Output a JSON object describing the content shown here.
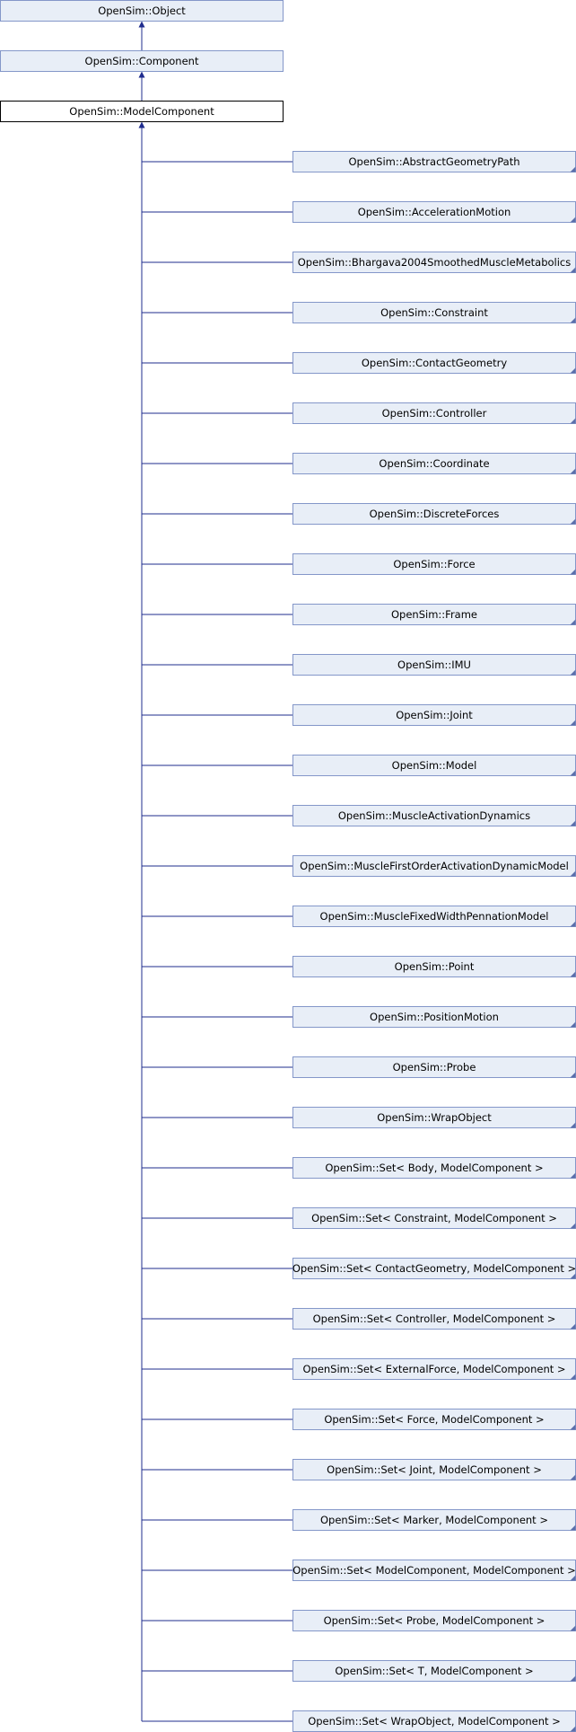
{
  "diagram": {
    "ancestors": [
      "OpenSim::Object",
      "OpenSim::Component"
    ],
    "current": "OpenSim::ModelComponent",
    "children": [
      "OpenSim::AbstractGeometryPath",
      "OpenSim::AccelerationMotion",
      "OpenSim::Bhargava2004SmoothedMuscleMetabolics",
      "OpenSim::Constraint",
      "OpenSim::ContactGeometry",
      "OpenSim::Controller",
      "OpenSim::Coordinate",
      "OpenSim::DiscreteForces",
      "OpenSim::Force",
      "OpenSim::Frame",
      "OpenSim::IMU",
      "OpenSim::Joint",
      "OpenSim::Model",
      "OpenSim::MuscleActivationDynamics",
      "OpenSim::MuscleFirstOrderActivationDynamicModel",
      "OpenSim::MuscleFixedWidthPennationModel",
      "OpenSim::Point",
      "OpenSim::PositionMotion",
      "OpenSim::Probe",
      "OpenSim::WrapObject",
      "OpenSim::Set< Body, ModelComponent >",
      "OpenSim::Set< Constraint, ModelComponent >",
      "OpenSim::Set< ContactGeometry, ModelComponent >",
      "OpenSim::Set< Controller, ModelComponent >",
      "OpenSim::Set< ExternalForce, ModelComponent >",
      "OpenSim::Set< Force, ModelComponent >",
      "OpenSim::Set< Joint, ModelComponent >",
      "OpenSim::Set< Marker, ModelComponent >",
      "OpenSim::Set< ModelComponent, ModelComponent >",
      "OpenSim::Set< Probe, ModelComponent >",
      "OpenSim::Set< T, ModelComponent >",
      "OpenSim::Set< WrapObject, ModelComponent >"
    ]
  },
  "colors": {
    "node_fill": "#e8eef7",
    "node_border": "#8497c9",
    "current_fill": "#ffffff",
    "current_border": "#000000",
    "edge": "#1f2c8e",
    "corner_marker": "#5b6fab"
  }
}
